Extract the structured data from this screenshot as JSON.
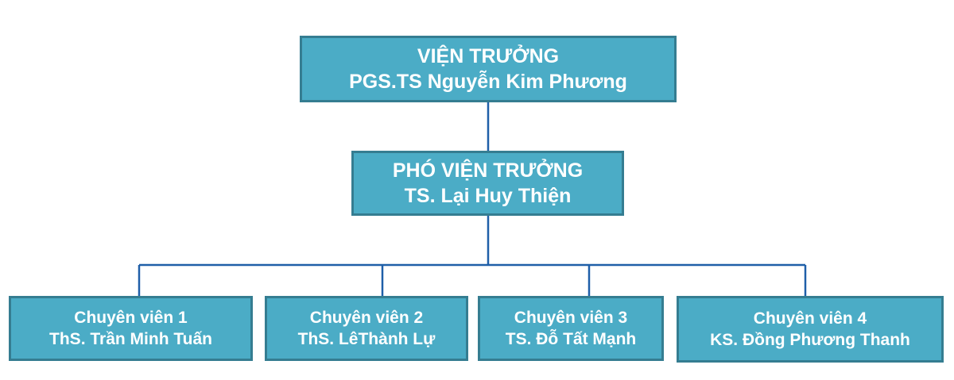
{
  "org_chart": {
    "director": {
      "role": "VIỆN TRƯỞNG",
      "name": "PGS.TS Nguyễn Kim Phương"
    },
    "deputy": {
      "role": "PHÓ VIỆN TRƯỞNG",
      "name": "TS. Lại Huy Thiện"
    },
    "specialists": [
      {
        "role": "Chuyên viên 1",
        "name": "ThS. Trần Minh Tuấn"
      },
      {
        "role": "Chuyên viên 2",
        "name": "ThS. LêThành Lự"
      },
      {
        "role": "Chuyên viên 3",
        "name": "TS. Đỗ Tất Mạnh"
      },
      {
        "role": "Chuyên viên 4",
        "name": "KS. Đồng Phương Thanh"
      }
    ]
  },
  "colors": {
    "box_fill": "#4bacc6",
    "box_border": "#357d91",
    "connector": "#1f5fa8",
    "text": "#ffffff"
  }
}
